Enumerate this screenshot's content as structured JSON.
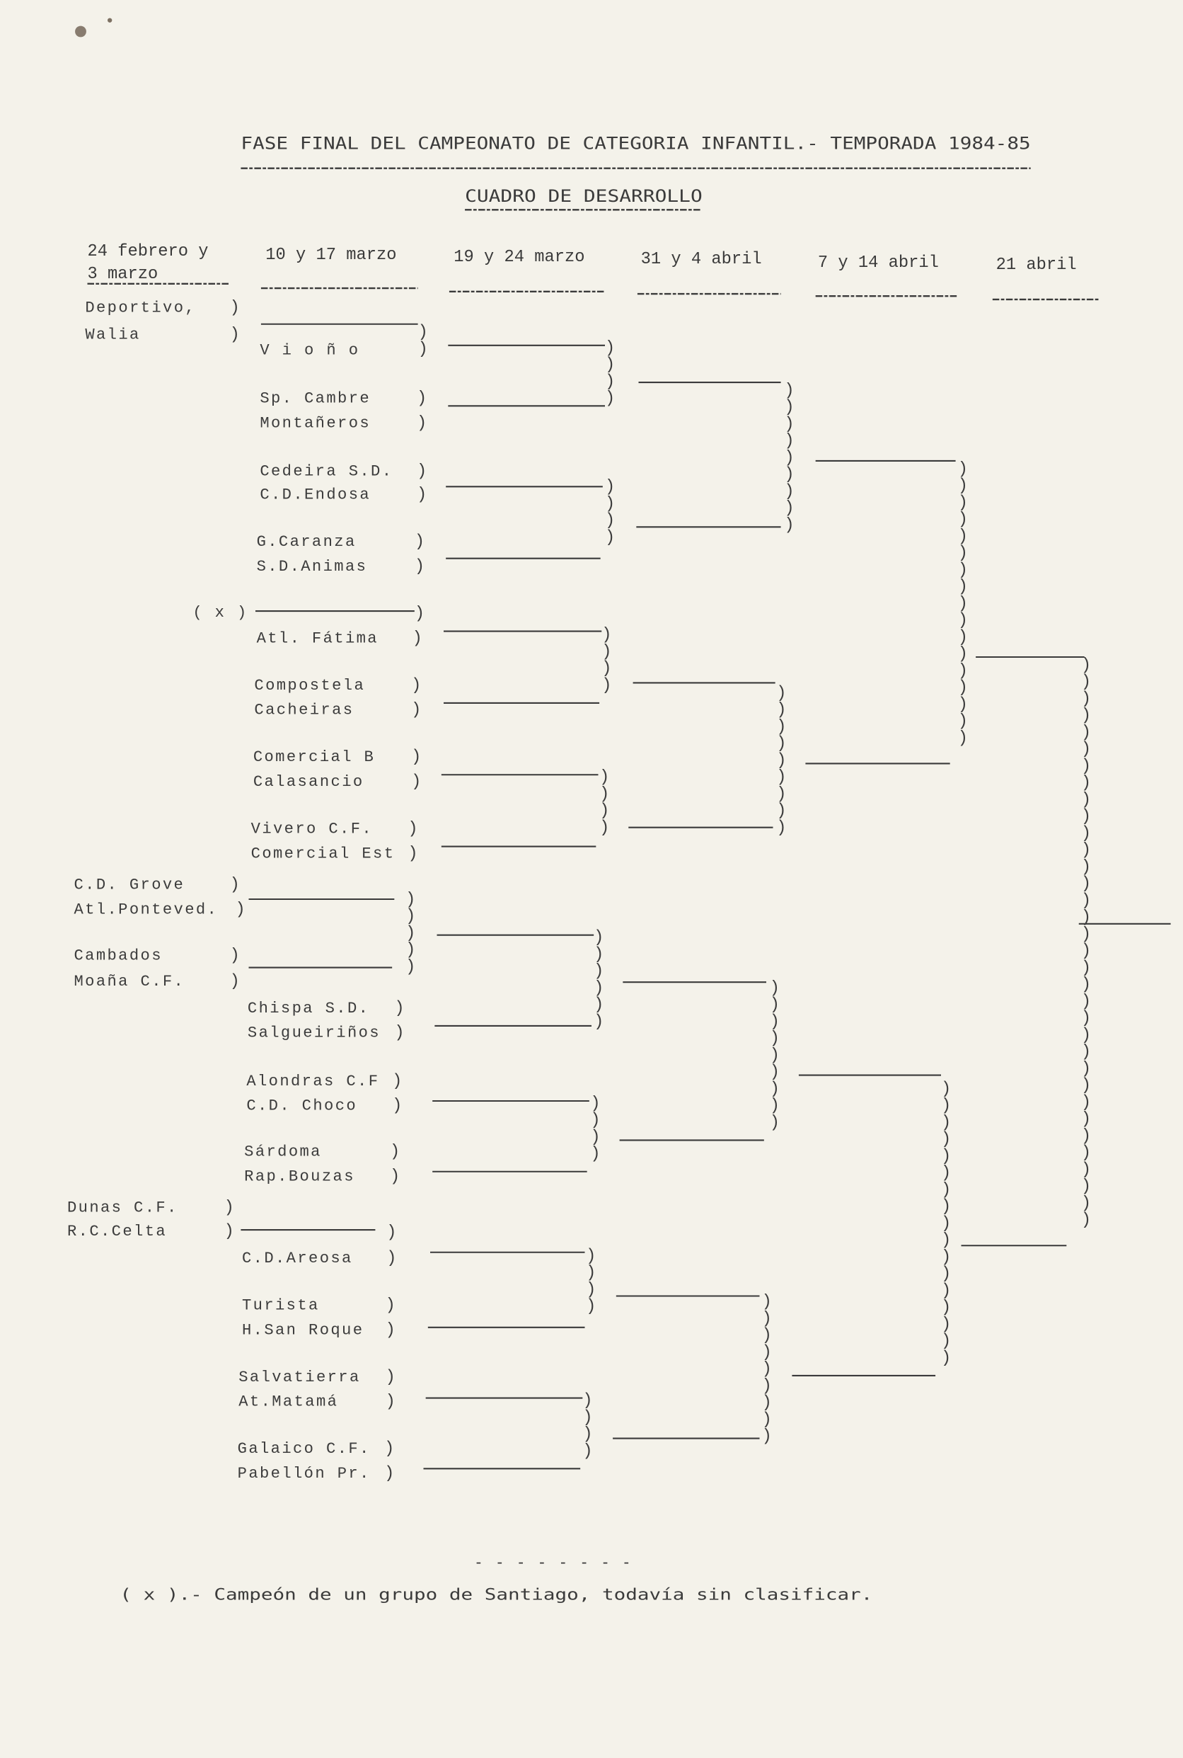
{
  "title": "FASE FINAL DEL CAMPEONATO DE CATEGORIA INFANTIL.- TEMPORADA 1984-85",
  "subtitle": "CUADRO DE DESARROLLO",
  "rounds": [
    {
      "line1": "24 febrero y",
      "line2": "3 marzo"
    },
    {
      "label": "10 y 17 marzo"
    },
    {
      "label": "19 y 24 marzo"
    },
    {
      "label": "31 y 4 abril"
    },
    {
      "label": "7 y 14 abril"
    },
    {
      "label": "21 abril"
    }
  ],
  "teams_round1": [
    "Deportivo,",
    "Walia",
    "C.D. Grove",
    "Atl.Ponteved.",
    "Cambados",
    "Moaña C.F.",
    "Dunas C.F.",
    "R.C.Celta"
  ],
  "teams_round2": [
    "V i o ñ o",
    "Sp. Cambre",
    "Montañeros",
    "Cedeira S.D.",
    "C.D.Endosa",
    "G.Caranza",
    "S.D.Animas",
    "Atl. Fátima",
    "Compostela",
    "Cacheiras",
    "Comercial B",
    "Calasancio",
    "Vivero C.F.",
    "Comercial Est",
    "Chispa S.D.",
    "Salgueiriños",
    "Alondras C.F",
    "C.D. Choco",
    "Sárdoma",
    "Rap.Bouzas",
    "C.D.Areosa",
    "Turista",
    "H.San Roque",
    "Salvatierra",
    "At.Matamá",
    "Galaico C.F.",
    "Pabellón Pr."
  ],
  "unknown_mark": "( x )",
  "separator": "- - - - - - - -",
  "footnote": "( x ).- Campeón de un grupo de Santiago, todavía sin clasificar."
}
